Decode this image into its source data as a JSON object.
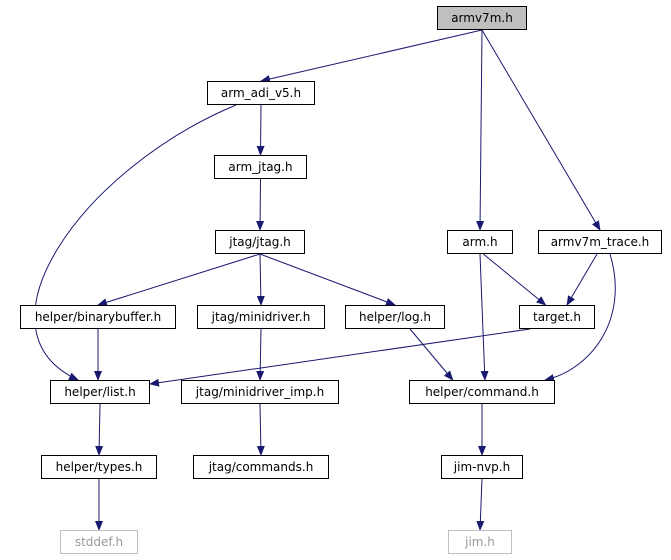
{
  "diagram": {
    "colors": {
      "edge": "#191970",
      "root_fill": "#bfbfbf",
      "external_border": "#bfbfbf"
    },
    "nodes": [
      {
        "id": "armv7m",
        "label": "armv7m.h",
        "role": "root"
      },
      {
        "id": "arm_adi_v5",
        "label": "arm_adi_v5.h"
      },
      {
        "id": "arm_jtag",
        "label": "arm_jtag.h"
      },
      {
        "id": "jtag_jtag",
        "label": "jtag/jtag.h"
      },
      {
        "id": "arm",
        "label": "arm.h"
      },
      {
        "id": "armv7m_trace",
        "label": "armv7m_trace.h"
      },
      {
        "id": "binarybuffer",
        "label": "helper/binarybuffer.h"
      },
      {
        "id": "minidriver",
        "label": "jtag/minidriver.h"
      },
      {
        "id": "log",
        "label": "helper/log.h"
      },
      {
        "id": "target",
        "label": "target.h"
      },
      {
        "id": "list",
        "label": "helper/list.h"
      },
      {
        "id": "minidriver_imp",
        "label": "jtag/minidriver_imp.h"
      },
      {
        "id": "command",
        "label": "helper/command.h"
      },
      {
        "id": "types",
        "label": "helper/types.h"
      },
      {
        "id": "commands",
        "label": "jtag/commands.h"
      },
      {
        "id": "jimnvp",
        "label": "jim-nvp.h"
      },
      {
        "id": "stddef",
        "label": "stddef.h",
        "role": "external"
      },
      {
        "id": "jim",
        "label": "jim.h",
        "role": "external"
      }
    ],
    "edges": [
      [
        "armv7m",
        "arm_adi_v5"
      ],
      [
        "armv7m",
        "arm"
      ],
      [
        "armv7m",
        "armv7m_trace"
      ],
      [
        "arm_adi_v5",
        "arm_jtag"
      ],
      [
        "arm_adi_v5",
        "list"
      ],
      [
        "arm_jtag",
        "jtag_jtag"
      ],
      [
        "jtag_jtag",
        "binarybuffer"
      ],
      [
        "jtag_jtag",
        "minidriver"
      ],
      [
        "jtag_jtag",
        "log"
      ],
      [
        "arm",
        "target"
      ],
      [
        "arm",
        "command"
      ],
      [
        "armv7m_trace",
        "target"
      ],
      [
        "armv7m_trace",
        "command"
      ],
      [
        "binarybuffer",
        "list"
      ],
      [
        "minidriver",
        "minidriver_imp"
      ],
      [
        "log",
        "command"
      ],
      [
        "target",
        "list"
      ],
      [
        "list",
        "types"
      ],
      [
        "minidriver_imp",
        "commands"
      ],
      [
        "command",
        "jimnvp"
      ],
      [
        "types",
        "stddef"
      ],
      [
        "jimnvp",
        "jim"
      ]
    ]
  }
}
